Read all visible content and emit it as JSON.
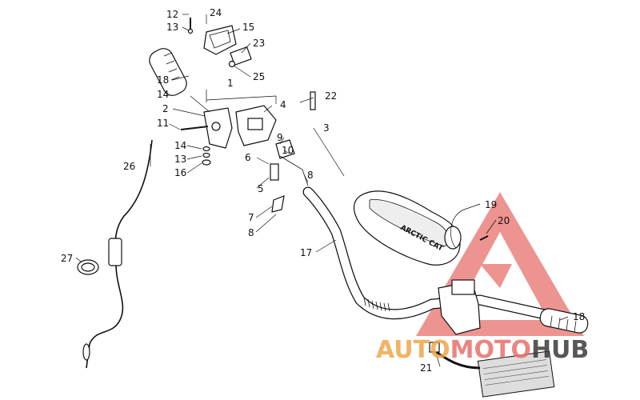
{
  "diagram": {
    "callouts": {
      "c1": "1",
      "c2": "2",
      "c3": "3",
      "c4": "4",
      "c5": "5",
      "c6": "6",
      "c7": "7",
      "c8a": "8",
      "c8b": "8",
      "c9": "9",
      "c10": "10",
      "c11": "11",
      "c12": "12",
      "c13a": "13",
      "c13b": "13",
      "c14a": "14",
      "c14b": "14",
      "c15": "15",
      "c16": "16",
      "c17": "17",
      "c18a": "18",
      "c18b": "18",
      "c19": "19",
      "c20": "20",
      "c21": "21",
      "c22": "22",
      "c23": "23",
      "c24": "24",
      "c25": "25",
      "c26": "26",
      "c27": "27"
    },
    "pad_text": "ARCTIC CAT"
  },
  "watermark": {
    "part1": "AUTO",
    "part2": "MOTO",
    "part3": "HUB",
    "colors": {
      "orange": "#f0a64a",
      "red": "#e8706b",
      "dark": "#3a3a3a"
    }
  }
}
